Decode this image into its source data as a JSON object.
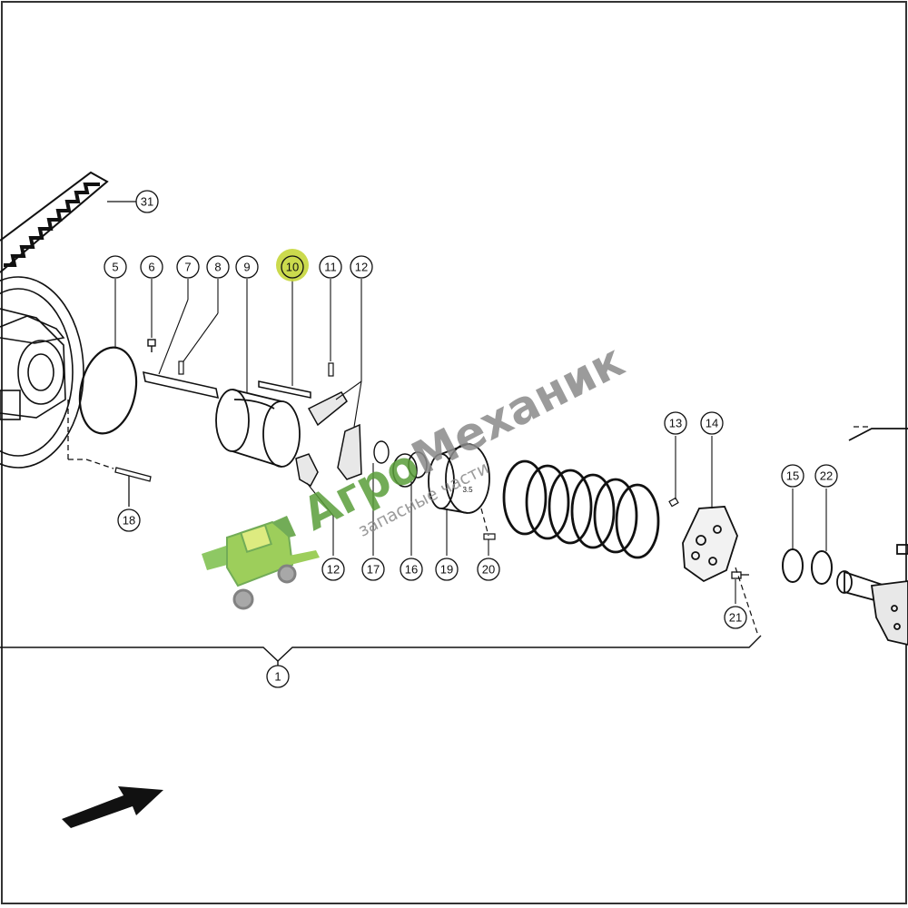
{
  "diagram": {
    "callouts": [
      {
        "id": "1",
        "label": "1"
      },
      {
        "id": "5",
        "label": "5"
      },
      {
        "id": "6",
        "label": "6"
      },
      {
        "id": "7",
        "label": "7"
      },
      {
        "id": "8",
        "label": "8"
      },
      {
        "id": "9",
        "label": "9"
      },
      {
        "id": "10",
        "label": "10",
        "highlighted": true
      },
      {
        "id": "11",
        "label": "11"
      },
      {
        "id": "12a",
        "label": "12"
      },
      {
        "id": "12b",
        "label": "12"
      },
      {
        "id": "13",
        "label": "13"
      },
      {
        "id": "14",
        "label": "14"
      },
      {
        "id": "15",
        "label": "15"
      },
      {
        "id": "16",
        "label": "16"
      },
      {
        "id": "17",
        "label": "17"
      },
      {
        "id": "18",
        "label": "18"
      },
      {
        "id": "19",
        "label": "19"
      },
      {
        "id": "20",
        "label": "20"
      },
      {
        "id": "21",
        "label": "21"
      },
      {
        "id": "22",
        "label": "22"
      },
      {
        "id": "31",
        "label": "31"
      }
    ],
    "highlight_color": "#c5d63a",
    "line_color": "#111111"
  },
  "watermark": {
    "brand_part1": "Агро",
    "brand_part2": "Механик",
    "subtitle": "запасные части",
    "color_green": "#5a9e3a",
    "color_gray": "#8a8a8a"
  },
  "direction_arrow_icon": "arrow-right-icon"
}
